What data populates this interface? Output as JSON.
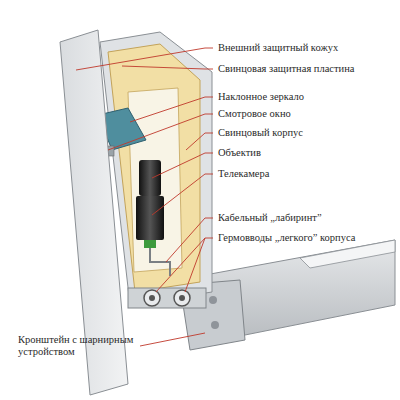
{
  "diagram": {
    "labels": [
      "Внешний защитный кожух",
      "Свинцовая защитная пластина",
      "Наклонное зеркало",
      "Смотровое окно",
      "Свинцовый корпус",
      "Объектив",
      "Телекамера",
      "Кабельный „лабиринт”",
      "Гермовводы „легкого” корпуса",
      "Кронштейн с шарнирным устройством"
    ]
  }
}
